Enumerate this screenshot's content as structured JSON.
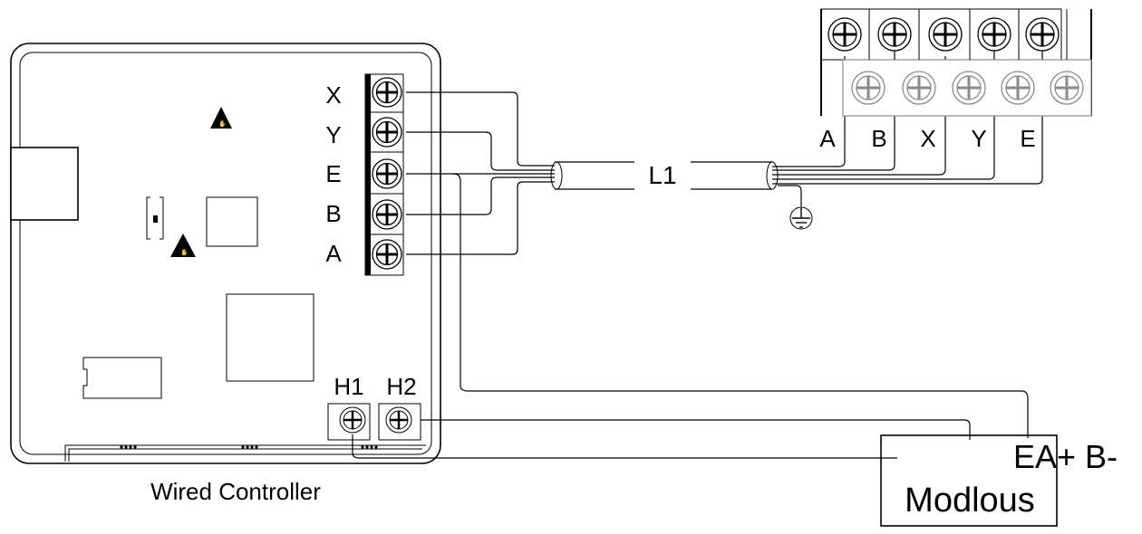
{
  "controller": {
    "caption": "Wired Controller",
    "terminals": [
      "X",
      "Y",
      "E",
      "B",
      "A"
    ],
    "bus_terminals": [
      "H1",
      "H2"
    ]
  },
  "cable": {
    "label": "L1"
  },
  "outdoor_block": {
    "terminals": [
      "A",
      "B",
      "X",
      "Y",
      "E"
    ]
  },
  "modbus_module": {
    "name": "Modlous",
    "terminals_label": "EA+ B-"
  }
}
